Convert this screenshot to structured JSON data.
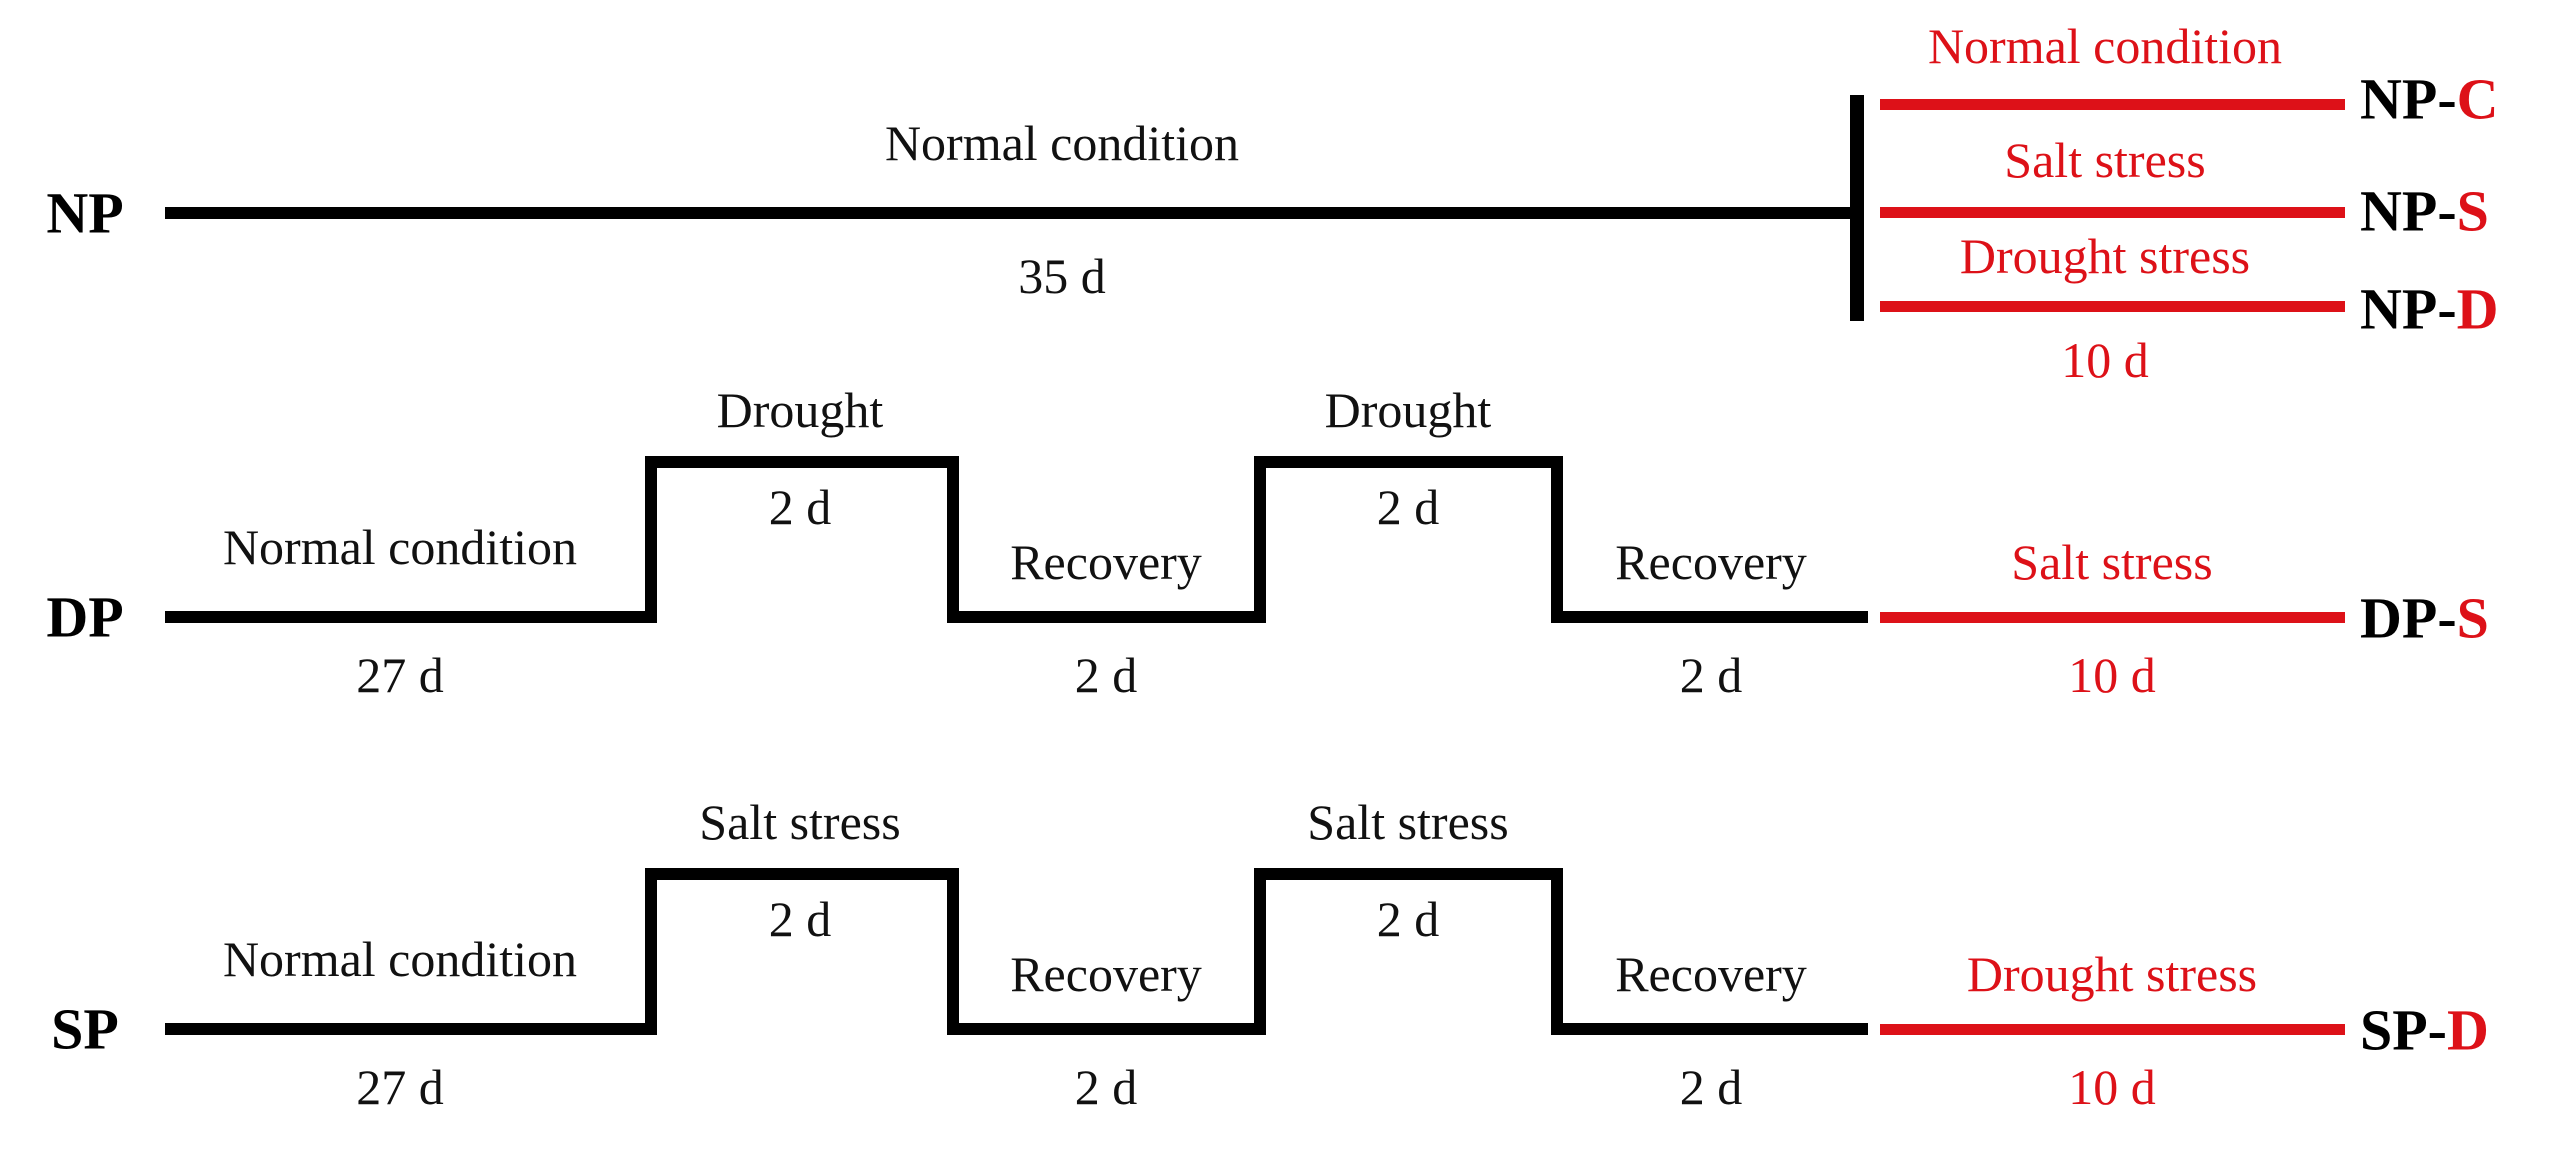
{
  "colors": {
    "line_black": "#000000",
    "line_red": "#dd1118"
  },
  "np": {
    "row_label": "NP",
    "main_phase": {
      "label": "Normal condition",
      "duration": "35 d"
    },
    "branch_duration": "10 d",
    "branches": [
      {
        "condition": "Normal condition",
        "code_prefix": "NP-",
        "code_suffix": "C"
      },
      {
        "condition": "Salt stress",
        "code_prefix": "NP-",
        "code_suffix": "S"
      },
      {
        "condition": "Drought stress",
        "code_prefix": "NP-",
        "code_suffix": "D"
      }
    ]
  },
  "dp": {
    "row_label": "DP",
    "normal": {
      "label": "Normal condition",
      "duration": "27 d"
    },
    "pulses": [
      {
        "label": "Drought",
        "duration": "2 d"
      },
      {
        "label": "Drought",
        "duration": "2 d"
      }
    ],
    "recoveries": [
      {
        "label": "Recovery",
        "duration": "2 d"
      },
      {
        "label": "Recovery",
        "duration": "2 d"
      }
    ],
    "final_stress": {
      "label": "Salt stress",
      "duration": "10 d"
    },
    "code_prefix": "DP-",
    "code_suffix": "S"
  },
  "sp": {
    "row_label": "SP",
    "normal": {
      "label": "Normal condition",
      "duration": "27 d"
    },
    "pulses": [
      {
        "label": "Salt stress",
        "duration": "2 d"
      },
      {
        "label": "Salt stress",
        "duration": "2 d"
      }
    ],
    "recoveries": [
      {
        "label": "Recovery",
        "duration": "2 d"
      },
      {
        "label": "Recovery",
        "duration": "2 d"
      }
    ],
    "final_stress": {
      "label": "Drought stress",
      "duration": "10 d"
    },
    "code_prefix": "SP-",
    "code_suffix": "D"
  }
}
